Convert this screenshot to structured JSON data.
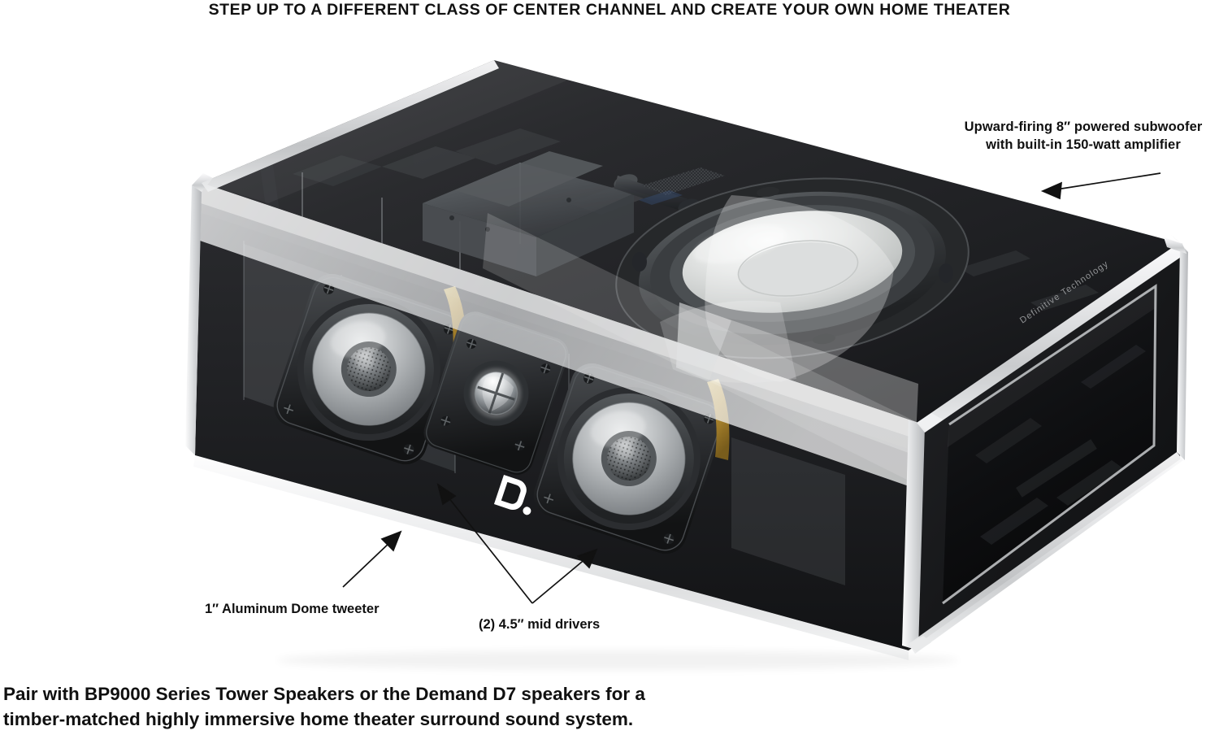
{
  "header": {
    "title": "STEP UP TO A DIFFERENT CLASS OF CENTER CHANNEL AND CREATE YOUR OWN HOME THEATER"
  },
  "callouts": [
    {
      "id": "subwoofer",
      "line1": "Upward-firing 8″ powered subwoofer",
      "line2": "with built-in 150-watt amplifier",
      "text": "Upward-firing 8″ powered subwoofer with built-in 150-watt amplifier",
      "arrow": "arrow-to-subwoofer"
    },
    {
      "id": "tweeter",
      "text": "1″ Aluminum Dome tweeter",
      "arrow": "arrow-to-tweeter"
    },
    {
      "id": "mid-drivers",
      "text": "(2) 4.5″ mid drivers",
      "arrow": "arrow-to-mid-drivers"
    }
  ],
  "caption": {
    "line1": "Pair with BP9000 Series Tower Speakers or the Demand D7 speakers for a",
    "line2": "timber-matched highly immersive home theater surround sound system."
  },
  "product": {
    "brand_mark": "D.",
    "baffle_emboss": "Definitive Technology",
    "view": "cutaway-perspective-render"
  },
  "colors": {
    "text": "#101010",
    "background": "#ffffff",
    "cabinet_dark": "#232325",
    "cabinet_darker": "#141416",
    "trim_silver": "#d9dadb",
    "trim_silver_light": "#f2f3f4",
    "driver_cone": "#b9bcbe",
    "sub_cone": "#d5d7d6",
    "voice_coil_gold": "#c79a2e",
    "ghost_overlay": "#9aa0a4"
  }
}
